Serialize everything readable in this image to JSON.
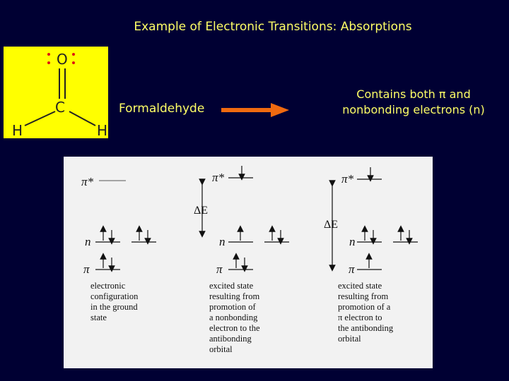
{
  "slide": {
    "title": "Example of Electronic Transitions:  Absorptions"
  },
  "structure": {
    "atoms": {
      "oxygen": "O",
      "carbon": "C",
      "hydrogen_left": "H",
      "hydrogen_right": "H"
    },
    "background_color": "#ffff00",
    "lone_pair_color": "#dd1111"
  },
  "molecule_name": "Formaldehyde",
  "arrow_color": "#f06a10",
  "note": {
    "line1": "Contains both π and",
    "line2": "nonbonding electrons (n)"
  },
  "diagram": {
    "orbital_labels": {
      "pi_star": "π*",
      "n": "n",
      "pi": "π"
    },
    "delta_e": "ΔE",
    "states": [
      {
        "caption": [
          "electronic",
          "configuration",
          "in the ground",
          "state"
        ],
        "occupancy": {
          "pi_star": [],
          "n": [
            "updown",
            "updown"
          ],
          "pi": [
            "updown"
          ]
        }
      },
      {
        "caption": [
          "excited state",
          "resulting from",
          "promotion of",
          "a nonbonding",
          "electron to the",
          "antibonding",
          "orbital"
        ],
        "occupancy": {
          "pi_star": [
            "down"
          ],
          "n": [
            "up",
            "updown"
          ],
          "pi": [
            "updown"
          ]
        }
      },
      {
        "caption": [
          "excited state",
          "resulting from",
          "promotion of a",
          "π electron to",
          "the antibonding",
          "orbital"
        ],
        "occupancy": {
          "pi_star": [
            "down"
          ],
          "n": [
            "updown",
            "updown"
          ],
          "pi": [
            "up"
          ]
        }
      }
    ]
  }
}
